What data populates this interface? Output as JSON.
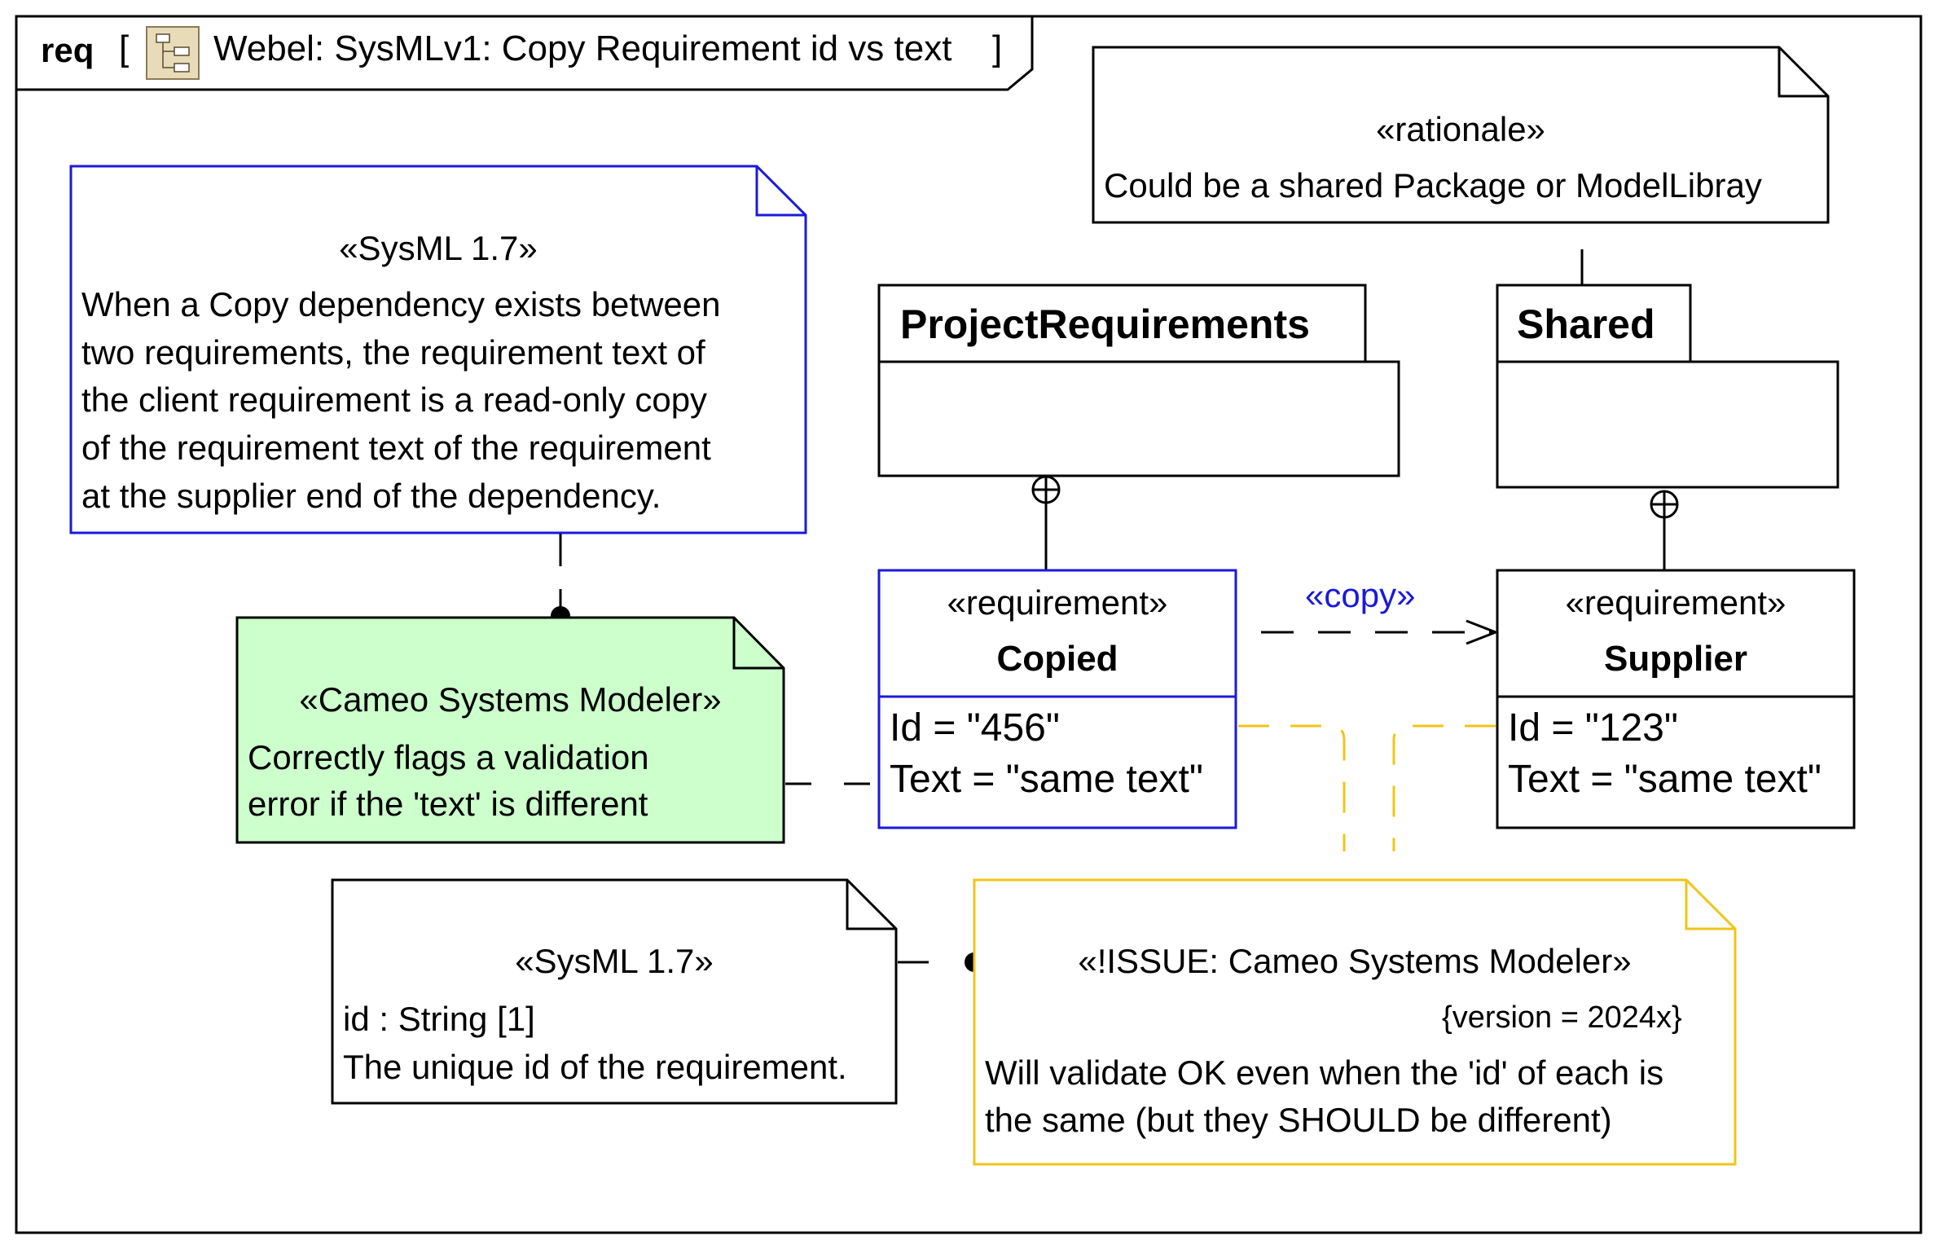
{
  "frame": {
    "kind": "req",
    "title": "Webel: SysMLv1: Copy Requirement id vs text",
    "open_bracket": "[",
    "close_bracket": "]",
    "icon": "diagram-icon"
  },
  "notes": {
    "rationale": {
      "stereotype": "«rationale»",
      "lines": [
        "Could be a shared Package or ModelLibray"
      ]
    },
    "copy_semantics": {
      "stereotype": "«SysML 1.7»",
      "lines": [
        "When a Copy dependency exists between",
        "two requirements, the requirement text of",
        "the client requirement is a read-only copy",
        "of the requirement text of the requirement",
        "at the supplier end of the dependency."
      ],
      "border_color": "#1a1adb"
    },
    "cameo_validation": {
      "stereotype": "«Cameo Systems Modeler»",
      "lines": [
        "Correctly flags a validation",
        "error if the 'text' is different"
      ],
      "fill_color": "#ccffcc"
    },
    "id_definition": {
      "stereotype": "«SysML 1.7»",
      "lines": [
        "id : String [1]",
        "The unique id of the requirement."
      ]
    },
    "issue": {
      "stereotype": "«!ISSUE: Cameo Systems Modeler»",
      "tag": "{version = 2024x}",
      "lines": [
        "Will validate OK even when the 'id' of each is",
        "the same (but they SHOULD be different)"
      ],
      "border_color": "#f0c419"
    }
  },
  "packages": {
    "project": {
      "name": "ProjectRequirements"
    },
    "shared": {
      "name": "Shared"
    }
  },
  "requirements": {
    "copied": {
      "stereotype": "«requirement»",
      "name": "Copied",
      "id_prop": "Id = \"456\"",
      "text_prop": "Text = \"same text\"",
      "border_color": "#1a1adb"
    },
    "supplier": {
      "stereotype": "«requirement»",
      "name": "Supplier",
      "id_prop": "Id = \"123\"",
      "text_prop": "Text = \"same text\""
    }
  },
  "dependency": {
    "label": "«copy»",
    "color": "#1a1adb"
  }
}
